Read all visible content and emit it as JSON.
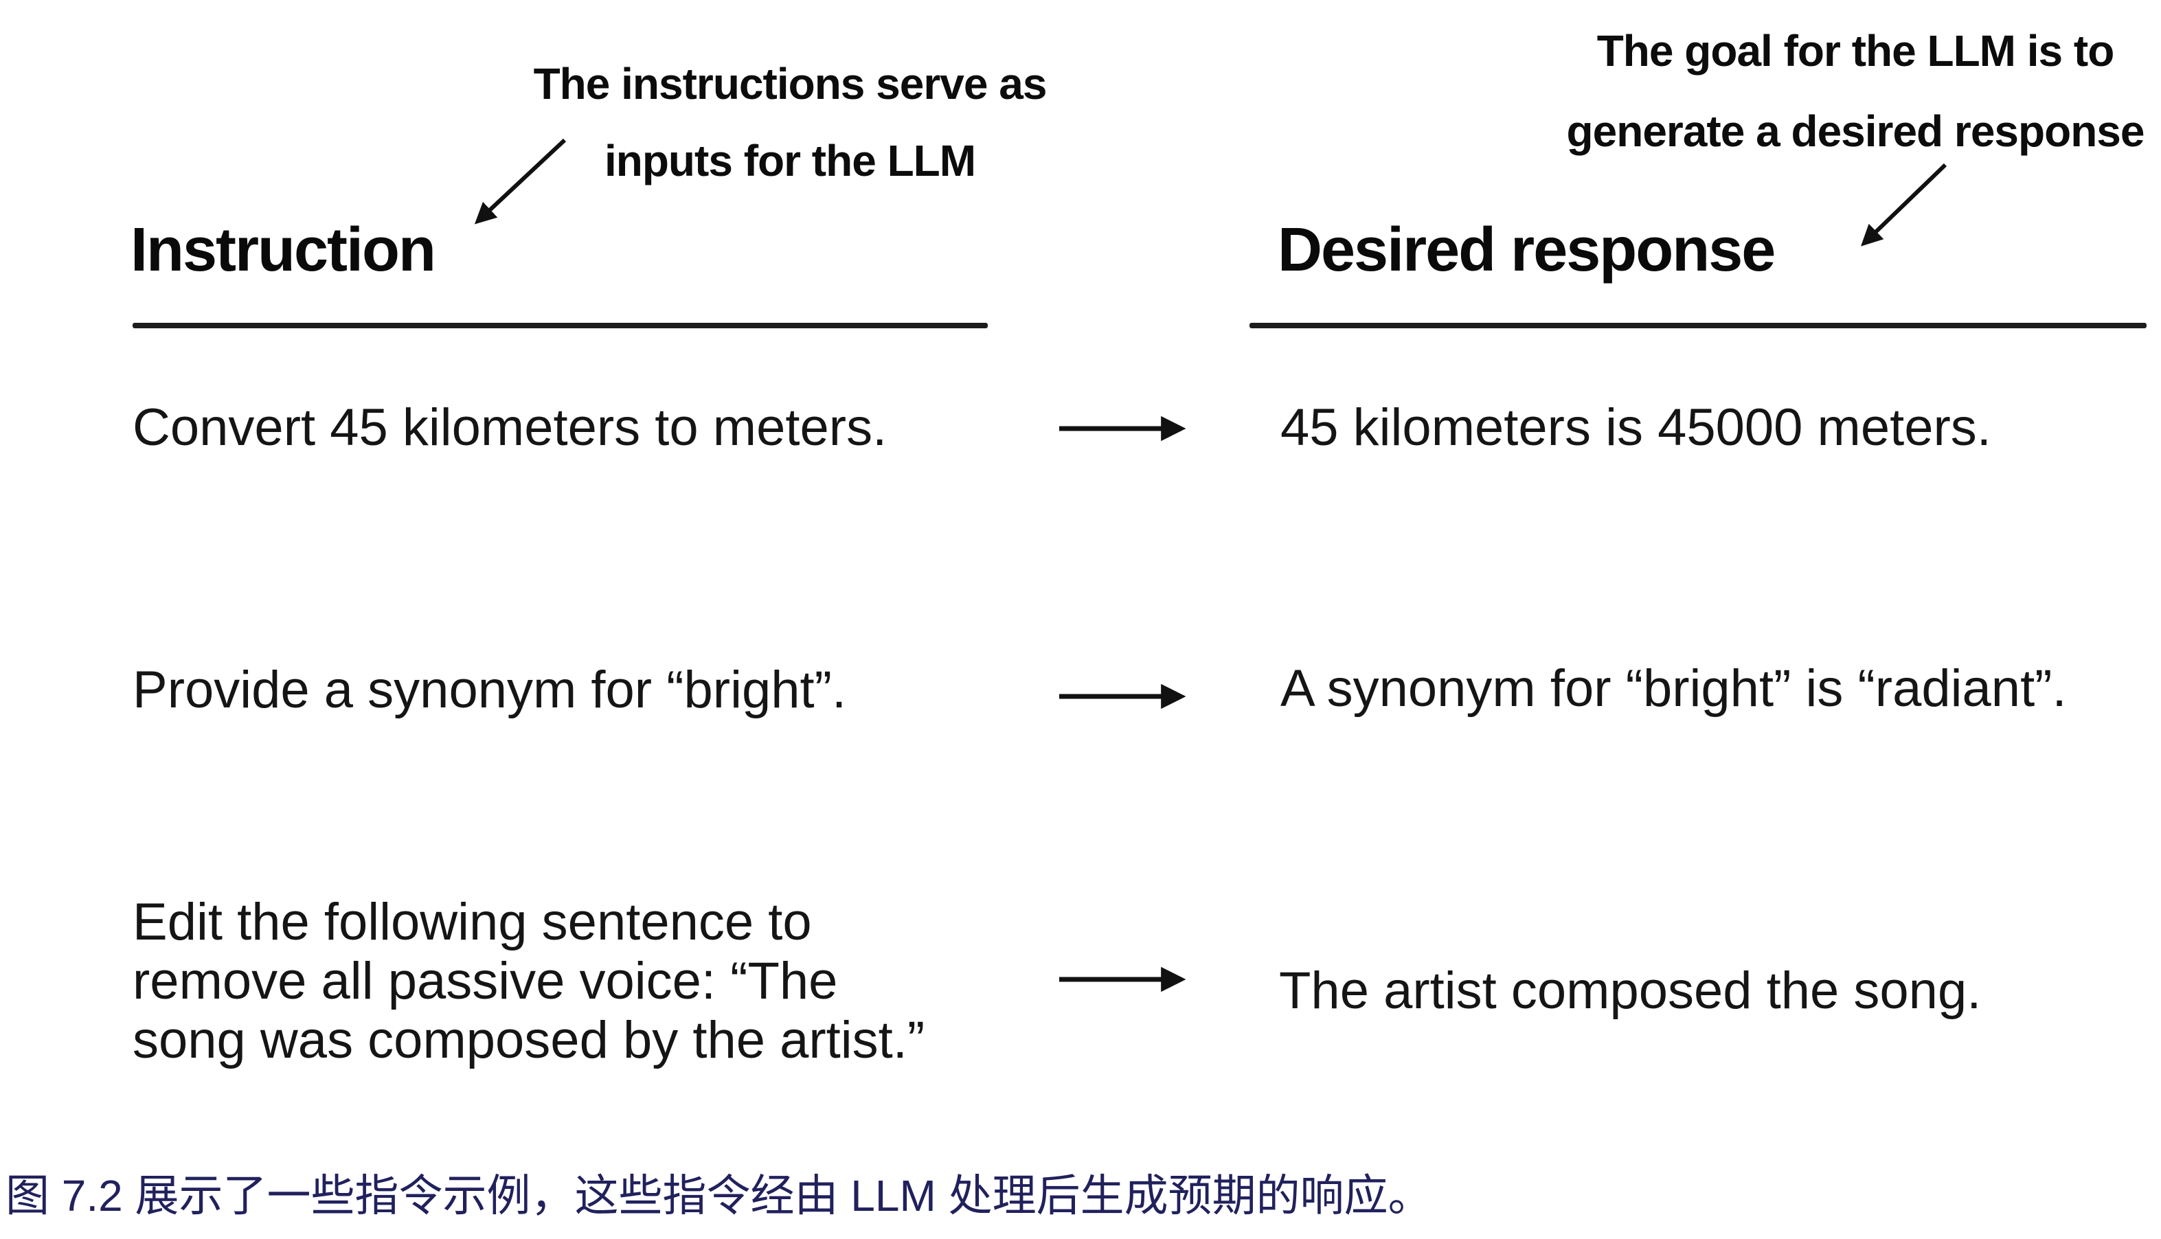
{
  "figure": {
    "annotations": {
      "left": {
        "text": "The instructions serve as\ninputs for the LLM"
      },
      "right": {
        "text": "The goal for the LLM is to\ngenerate a desired response"
      }
    },
    "columns": {
      "left": {
        "header": "Instruction"
      },
      "right": {
        "header": "Desired response"
      }
    },
    "rows": [
      {
        "instruction": "Convert 45 kilometers to meters.",
        "response": "45 kilometers is 45000 meters."
      },
      {
        "instruction": "Provide a synonym for “bright”.",
        "response": "A synonym for “bright” is “radiant”."
      },
      {
        "instruction": "Edit the following sentence to\nremove all passive voice: “The\nsong was composed by the artist.”",
        "response": "The artist composed the song."
      }
    ],
    "caption": {
      "text": "图 7.2 展示了一些指令示例，这些指令经由 LLM 处理后生成预期的响应。",
      "color": "#21215d"
    },
    "icons": {
      "row_arrow": "right-arrow",
      "annotation_arrow": "down-left-arrow"
    },
    "colors": {
      "text": "#151515",
      "rule": "#1d1d1d",
      "background": "#ffffff"
    }
  }
}
